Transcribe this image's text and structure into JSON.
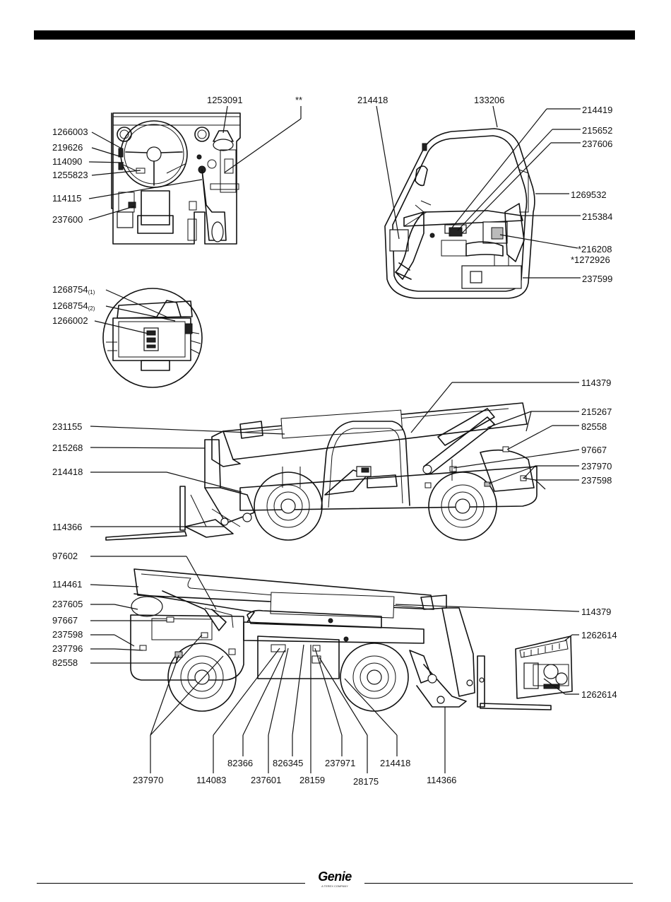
{
  "brand": {
    "logo_text": "Genie",
    "logo_subtext": "A TEREX COMPANY"
  },
  "labels": {
    "p1253091": "1253091",
    "star2": "**",
    "p1266003": "1266003",
    "p219626": "219626",
    "p114090": "114090",
    "p1255823": "1255823",
    "p114115": "114115",
    "p237600": "237600",
    "c214418": "214418",
    "c133206": "133206",
    "c214419": "214419",
    "c215652": "215652",
    "c237606": "237606",
    "c1269532": "1269532",
    "c215384": "215384",
    "c216208": "*216208",
    "c1272926": "*1272926",
    "c237599": "237599",
    "d1268754a": "1268754",
    "d1268754a_sub": "(1)",
    "d1268754b": "1268754",
    "d1268754b_sub": "(2)",
    "d1266002": "1266002",
    "r114379": "114379",
    "r231155": "231155",
    "r215267": "215267",
    "r215268": "215268",
    "r82558": "82558",
    "r97667": "97667",
    "r214418": "214418",
    "r237970": "237970",
    "r237598": "237598",
    "r114366": "114366",
    "l97602": "97602",
    "l114461": "114461",
    "l237605": "237605",
    "l114379": "114379",
    "l97667": "97667",
    "l237598": "237598",
    "l1262614a": "1262614",
    "l237796": "237796",
    "l82558": "82558",
    "l1262614b": "1262614",
    "b82366": "82366",
    "b826345": "826345",
    "b237971": "237971",
    "b214418": "214418",
    "b237970": "237970",
    "b114083": "114083",
    "b237601": "237601",
    "b28159": "28159",
    "b28175": "28175",
    "b114366": "114366"
  }
}
